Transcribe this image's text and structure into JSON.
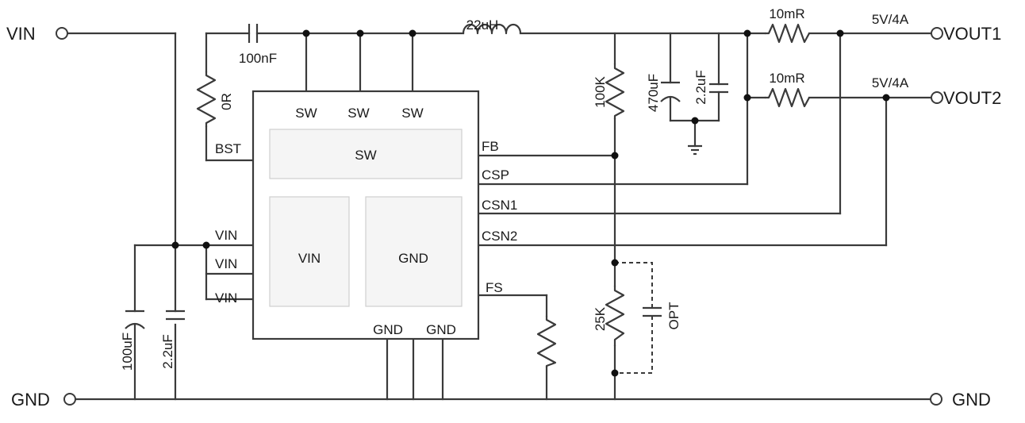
{
  "terminals": {
    "vin": "VIN",
    "gnd_left": "GND",
    "vout1": "VOUT1",
    "vout2": "VOUT2",
    "gnd_right": "GND"
  },
  "chip": {
    "blocks": {
      "sw": "SW",
      "vin": "VIN",
      "gnd": "GND"
    },
    "pins": {
      "sw1": "SW",
      "sw2": "SW",
      "sw3": "SW",
      "bst": "BST",
      "vin1": "VIN",
      "vin2": "VIN",
      "vin3": "VIN",
      "fb": "FB",
      "csp": "CSP",
      "csn1": "CSN1",
      "csn2": "CSN2",
      "fs": "FS",
      "gnd1": "GND",
      "gnd2": "GND"
    }
  },
  "components": {
    "c_boot": "100nF",
    "r_boot": "0R",
    "inductor": "22uH",
    "r_fb_top": "100K",
    "c_out_bulk": "470uF",
    "c_out_cer": "2.2uF",
    "r_sense1": "10mR",
    "r_sense2": "10mR",
    "out1_rating": "5V/4A",
    "out2_rating": "5V/4A",
    "c_in_bulk": "100uF",
    "c_in_cer": "2.2uF",
    "r_fb_bottom": "25K",
    "c_opt": "OPT"
  }
}
